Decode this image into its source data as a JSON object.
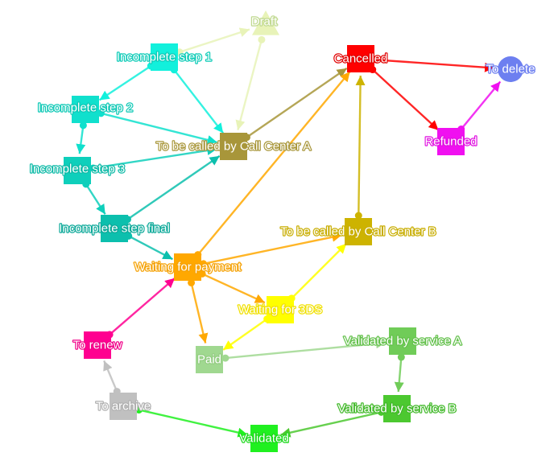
{
  "nodes": [
    {
      "id": "draft",
      "label": "Draft",
      "shape": "triangle",
      "color": "#e8f3b8",
      "labelColor": "#bfd88e"
    },
    {
      "id": "incomplete1",
      "label": "Incomplete step 1",
      "shape": "square",
      "color": "#12f0dc",
      "labelColor": "#0ccbb7"
    },
    {
      "id": "incomplete2",
      "label": "Incomplete step 2",
      "shape": "square",
      "color": "#10e0cd",
      "labelColor": "#0cc8b5"
    },
    {
      "id": "incomplete3",
      "label": "Incomplete step 3",
      "shape": "square",
      "color": "#0ecfbb",
      "labelColor": "#0bb9a6"
    },
    {
      "id": "incomplete_final",
      "label": "Incomplete step final",
      "shape": "square",
      "color": "#0cbfad",
      "labelColor": "#0aa898"
    },
    {
      "id": "call_a",
      "label": "To be called by Call Center A",
      "shape": "square",
      "color": "#a8963a",
      "labelColor": "#a8963a"
    },
    {
      "id": "cancelled",
      "label": "Cancelled",
      "shape": "square",
      "color": "#ff0000",
      "labelColor": "#e00000"
    },
    {
      "id": "to_delete",
      "label": "To delete",
      "shape": "circle",
      "color": "#6d7ff0",
      "labelColor": "#6d7ff0"
    },
    {
      "id": "refunded",
      "label": "Refunded",
      "shape": "square",
      "color": "#f010f0",
      "labelColor": "#e010e0"
    },
    {
      "id": "call_b",
      "label": "To be called by Call Center B",
      "shape": "square",
      "color": "#cdb300",
      "labelColor": "#c8ad00"
    },
    {
      "id": "waiting_payment",
      "label": "Waiting for payment",
      "shape": "square",
      "color": "#ffa800",
      "labelColor": "#f5a000"
    },
    {
      "id": "waiting_3ds",
      "label": "Waiting for 3DS",
      "shape": "square",
      "color": "#ffff00",
      "labelColor": "#f0e000"
    },
    {
      "id": "to_renew",
      "label": "To renew",
      "shape": "square",
      "color": "#ff0090",
      "labelColor": "#f00088"
    },
    {
      "id": "paid",
      "label": "Paid",
      "shape": "square",
      "color": "#a0d890",
      "labelColor": "#92cc80"
    },
    {
      "id": "validated_a",
      "label": "Validated by service A",
      "shape": "square",
      "color": "#70cc58",
      "labelColor": "#62c04a"
    },
    {
      "id": "validated_b",
      "label": "Validated by service B",
      "shape": "square",
      "color": "#4cc830",
      "labelColor": "#40b828"
    },
    {
      "id": "to_archive",
      "label": "To archive",
      "shape": "square",
      "color": "#c0c0c0",
      "labelColor": "#b0b0b0"
    },
    {
      "id": "validated",
      "label": "Validated",
      "shape": "square",
      "color": "#20f020",
      "labelColor": "#18d818"
    }
  ],
  "edges": [
    {
      "from": "incomplete1",
      "to": "draft",
      "color": "#e8f3b8"
    },
    {
      "from": "draft",
      "to": "call_a",
      "color": "#e8f3b8"
    },
    {
      "from": "incomplete1",
      "to": "incomplete2",
      "color": "#12f0dc"
    },
    {
      "from": "incomplete1",
      "to": "call_a",
      "color": "#12f0dc"
    },
    {
      "from": "incomplete2",
      "to": "incomplete3",
      "color": "#10e0cd"
    },
    {
      "from": "incomplete2",
      "to": "call_a",
      "color": "#10e0cd"
    },
    {
      "from": "incomplete3",
      "to": "incomplete_final",
      "color": "#0ecfbb"
    },
    {
      "from": "incomplete3",
      "to": "call_a",
      "color": "#0ecfbb"
    },
    {
      "from": "incomplete_final",
      "to": "call_a",
      "color": "#0cbfad"
    },
    {
      "from": "incomplete_final",
      "to": "waiting_payment",
      "color": "#0cbfad"
    },
    {
      "from": "call_a",
      "to": "cancelled",
      "color": "#a8963a"
    },
    {
      "from": "cancelled",
      "to": "to_delete",
      "color": "#ff0000"
    },
    {
      "from": "cancelled",
      "to": "refunded",
      "color": "#ff0000"
    },
    {
      "from": "refunded",
      "to": "to_delete",
      "color": "#f010f0"
    },
    {
      "from": "call_b",
      "to": "cancelled",
      "color": "#cdb300"
    },
    {
      "from": "waiting_payment",
      "to": "cancelled",
      "color": "#ffa800"
    },
    {
      "from": "waiting_payment",
      "to": "call_b",
      "color": "#ffa800"
    },
    {
      "from": "waiting_payment",
      "to": "waiting_3ds",
      "color": "#ffa800"
    },
    {
      "from": "waiting_payment",
      "to": "paid",
      "color": "#ffa800"
    },
    {
      "from": "waiting_3ds",
      "to": "call_b",
      "color": "#ffff00"
    },
    {
      "from": "waiting_3ds",
      "to": "paid",
      "color": "#ffff00"
    },
    {
      "from": "to_renew",
      "to": "waiting_payment",
      "color": "#ff0090"
    },
    {
      "from": "paid",
      "to": "validated_a",
      "color": "#a0d890"
    },
    {
      "from": "validated_a",
      "to": "validated_b",
      "color": "#70cc58"
    },
    {
      "from": "validated_b",
      "to": "validated",
      "color": "#4cc830"
    },
    {
      "from": "to_archive",
      "to": "to_renew",
      "color": "#c0c0c0"
    },
    {
      "from": "to_archive",
      "to": "validated",
      "color": "#20f020"
    }
  ]
}
